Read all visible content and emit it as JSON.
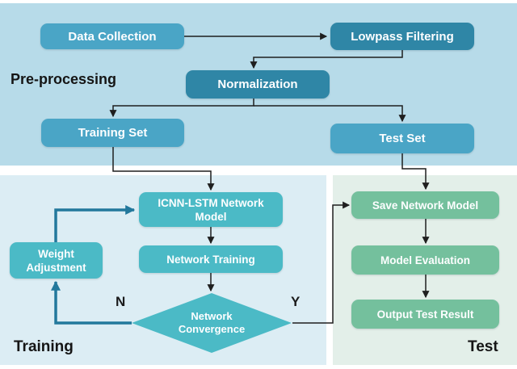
{
  "sections": {
    "preprocessing": {
      "label": "Pre-processing"
    },
    "training": {
      "label": "Training"
    },
    "test": {
      "label": "Test"
    }
  },
  "nodes": {
    "data_collection": {
      "label": "Data Collection"
    },
    "lowpass_filtering": {
      "label": "Lowpass Filtering"
    },
    "normalization": {
      "label": "Normalization"
    },
    "training_set": {
      "label": "Training Set"
    },
    "test_set": {
      "label": "Test Set"
    },
    "icnn_lstm_network_model": {
      "label": "ICNN-LSTM Network Model"
    },
    "network_training": {
      "label": "Network Training"
    },
    "network_convergence": {
      "label": "Network Convergence"
    },
    "weight_adjustment": {
      "label": "Weight Adjustment"
    },
    "save_network_model": {
      "label": "Save Network Model"
    },
    "model_evaluation": {
      "label": "Model Evaluation"
    },
    "output_test_result": {
      "label": "Output Test Result"
    }
  },
  "branch_labels": {
    "no": "N",
    "yes": "Y"
  },
  "edges": [
    {
      "from": "data_collection",
      "to": "lowpass_filtering"
    },
    {
      "from": "lowpass_filtering",
      "to": "normalization"
    },
    {
      "from": "normalization",
      "to": "training_set"
    },
    {
      "from": "normalization",
      "to": "test_set"
    },
    {
      "from": "training_set",
      "to": "icnn_lstm_network_model"
    },
    {
      "from": "test_set",
      "to": "save_network_model"
    },
    {
      "from": "icnn_lstm_network_model",
      "to": "network_training"
    },
    {
      "from": "network_training",
      "to": "network_convergence"
    },
    {
      "from": "network_convergence",
      "to": "weight_adjustment",
      "condition": "N"
    },
    {
      "from": "weight_adjustment",
      "to": "icnn_lstm_network_model"
    },
    {
      "from": "network_convergence",
      "to": "save_network_model",
      "condition": "Y"
    },
    {
      "from": "save_network_model",
      "to": "model_evaluation"
    },
    {
      "from": "model_evaluation",
      "to": "output_test_result"
    }
  ],
  "colors": {
    "preprocessing_bg": "#b7dbe9",
    "training_bg": "#dcedf4",
    "test_bg": "#e3efe9",
    "box_light_blue": "#4aa5c6",
    "box_dark_blue": "#2f86a6",
    "box_teal": "#4bbac6",
    "box_green": "#74c09d",
    "loop_arrow": "#22789c",
    "connector": "#1f1f1f",
    "box_text": "#ffffff"
  }
}
